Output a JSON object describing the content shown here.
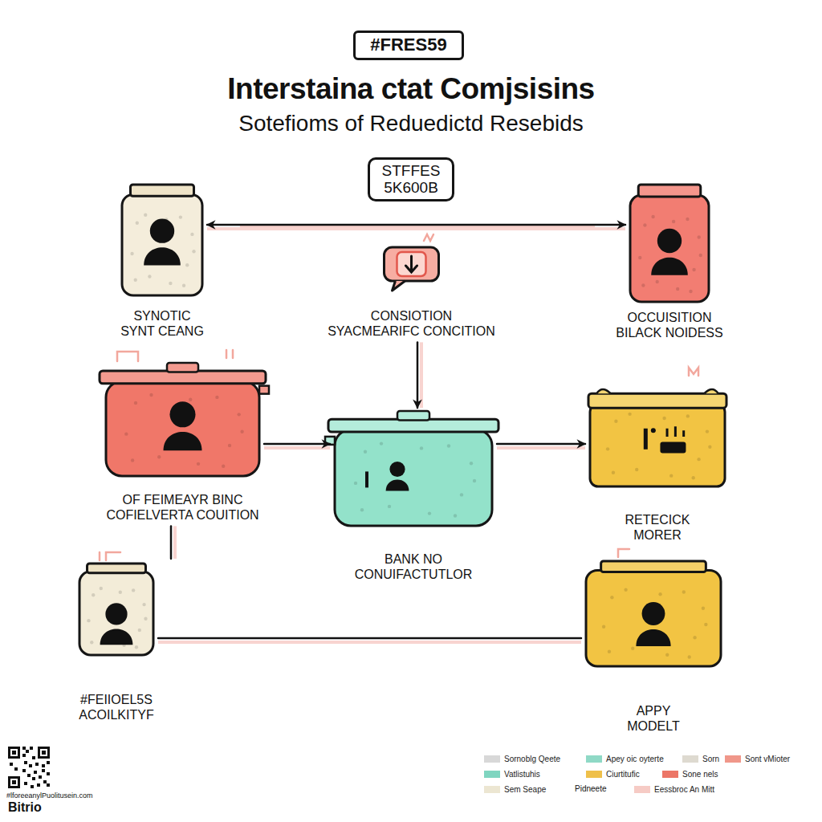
{
  "diagram": {
    "title": "Interstaina ctat Comjsisins",
    "nodes": [
      {
        "text": [
          "#FRES59"
        ]
      },
      {
        "text": [
          "STFFES 5K600B"
        ]
      },
      {
        "text": [
          "SYNOTIC SYNT CEANG"
        ]
      },
      {
        "text": [
          "OCCUISITION BILACK NOIDESS"
        ]
      },
      {
        "text": [
          "CONSIOTION SYACMEARIFC CONCITION"
        ]
      },
      {
        "text": [
          "OF FEIMEAYR BINC COFIELVERTA COUITION"
        ]
      },
      {
        "text": [
          "BANK NO CONUIFACTUTLOR"
        ]
      },
      {
        "text": [
          "RETECICK MORER"
        ]
      },
      {
        "text": [
          "#FEIIOEL5S ACOILKITYF"
        ]
      },
      {
        "text": [
          "APPY MODELT"
        ]
      }
    ],
    "edges": [
      {
        "from": 2,
        "to": 3,
        "arrow": "both"
      },
      {
        "from": 4,
        "to": 6,
        "arrow": "to"
      },
      {
        "from": 5,
        "to": 6,
        "arrow": "to"
      },
      {
        "from": 6,
        "to": 7,
        "arrow": "to"
      },
      {
        "from": 5,
        "to": 8,
        "arrow": "none"
      },
      {
        "from": 8,
        "to": 9,
        "arrow": "none"
      }
    ],
    "labels": [
      "Sotefioms of Reduedictd Resebids",
      "#lforeeanylPuolitusein.com",
      "Bitrio",
      "Pidneete"
    ],
    "legend": [
      {
        "text": "Sornoblg Qeete",
        "color": "#d8d8d8"
      },
      {
        "text": "Apey oic oyterte",
        "color": "#8fd9c6"
      },
      {
        "text": "Sorn",
        "color": "#dedad0"
      },
      {
        "text": "Sont vMioter",
        "color": "#f0978a"
      },
      {
        "text": "Vatlistuhis",
        "color": "#7fd5c0"
      },
      {
        "text": "Ciurtitufic",
        "color": "#efc04a"
      },
      {
        "text": "Sone nels",
        "color": "#ec7667"
      },
      {
        "text": "Sem Seape",
        "color": "#ece6d2"
      },
      {
        "text": "Eessbroc An Mitt",
        "color": "#f6cbc5"
      }
    ]
  }
}
